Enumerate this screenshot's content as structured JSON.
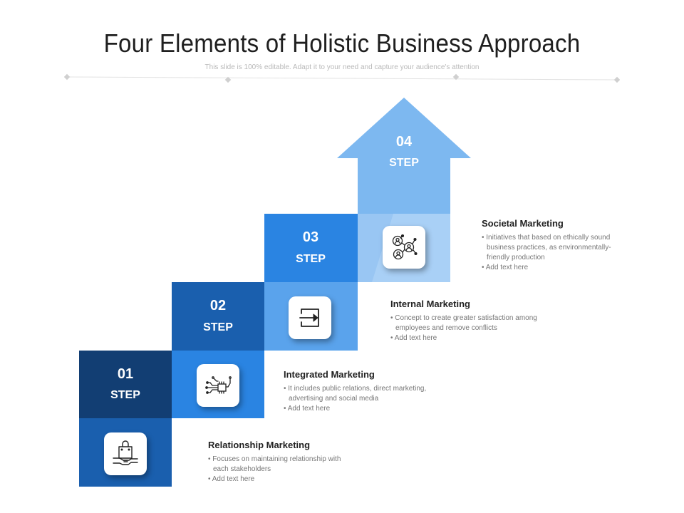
{
  "header": {
    "title": "Four Elements of Holistic Business Approach",
    "subtitle": "This slide is 100% editable. Adapt it to your need and capture your audience's attention"
  },
  "colors": {
    "step1_dark": "#123e73",
    "step1_icon": "#1a5fae",
    "step2_top": "#1a5fae",
    "step2_icon": "#2a84e2",
    "step3_top": "#2a84e2",
    "step3_icon": "#5aa3ec",
    "step4_top": "#7db8f0",
    "step4_icon": "#a9d0f6"
  },
  "steps": [
    {
      "number": "01",
      "word": "STEP",
      "icon": "shopping-bag-handshake-icon",
      "title": "Relationship Marketing",
      "bullets": [
        "Focuses on maintaining relationship with each stakeholders",
        "Add text here"
      ]
    },
    {
      "number": "02",
      "word": "STEP",
      "icon": "circuit-chip-icon",
      "title": "Integrated Marketing",
      "bullets": [
        "It includes  public relations, direct marketing, advertising  and social media",
        "Add text here"
      ]
    },
    {
      "number": "03",
      "word": "STEP",
      "icon": "arrow-into-box-icon",
      "title": "Internal Marketing",
      "bullets": [
        "Concept to create greater satisfaction  among employees and remove conflicts",
        "Add text here"
      ]
    },
    {
      "number": "04",
      "word": "STEP",
      "icon": "people-network-icon",
      "title": "Societal Marketing",
      "bullets": [
        "Initiatives  that based on ethically  sound business practices,  as environmentally-friendly production",
        "Add text here"
      ]
    }
  ]
}
